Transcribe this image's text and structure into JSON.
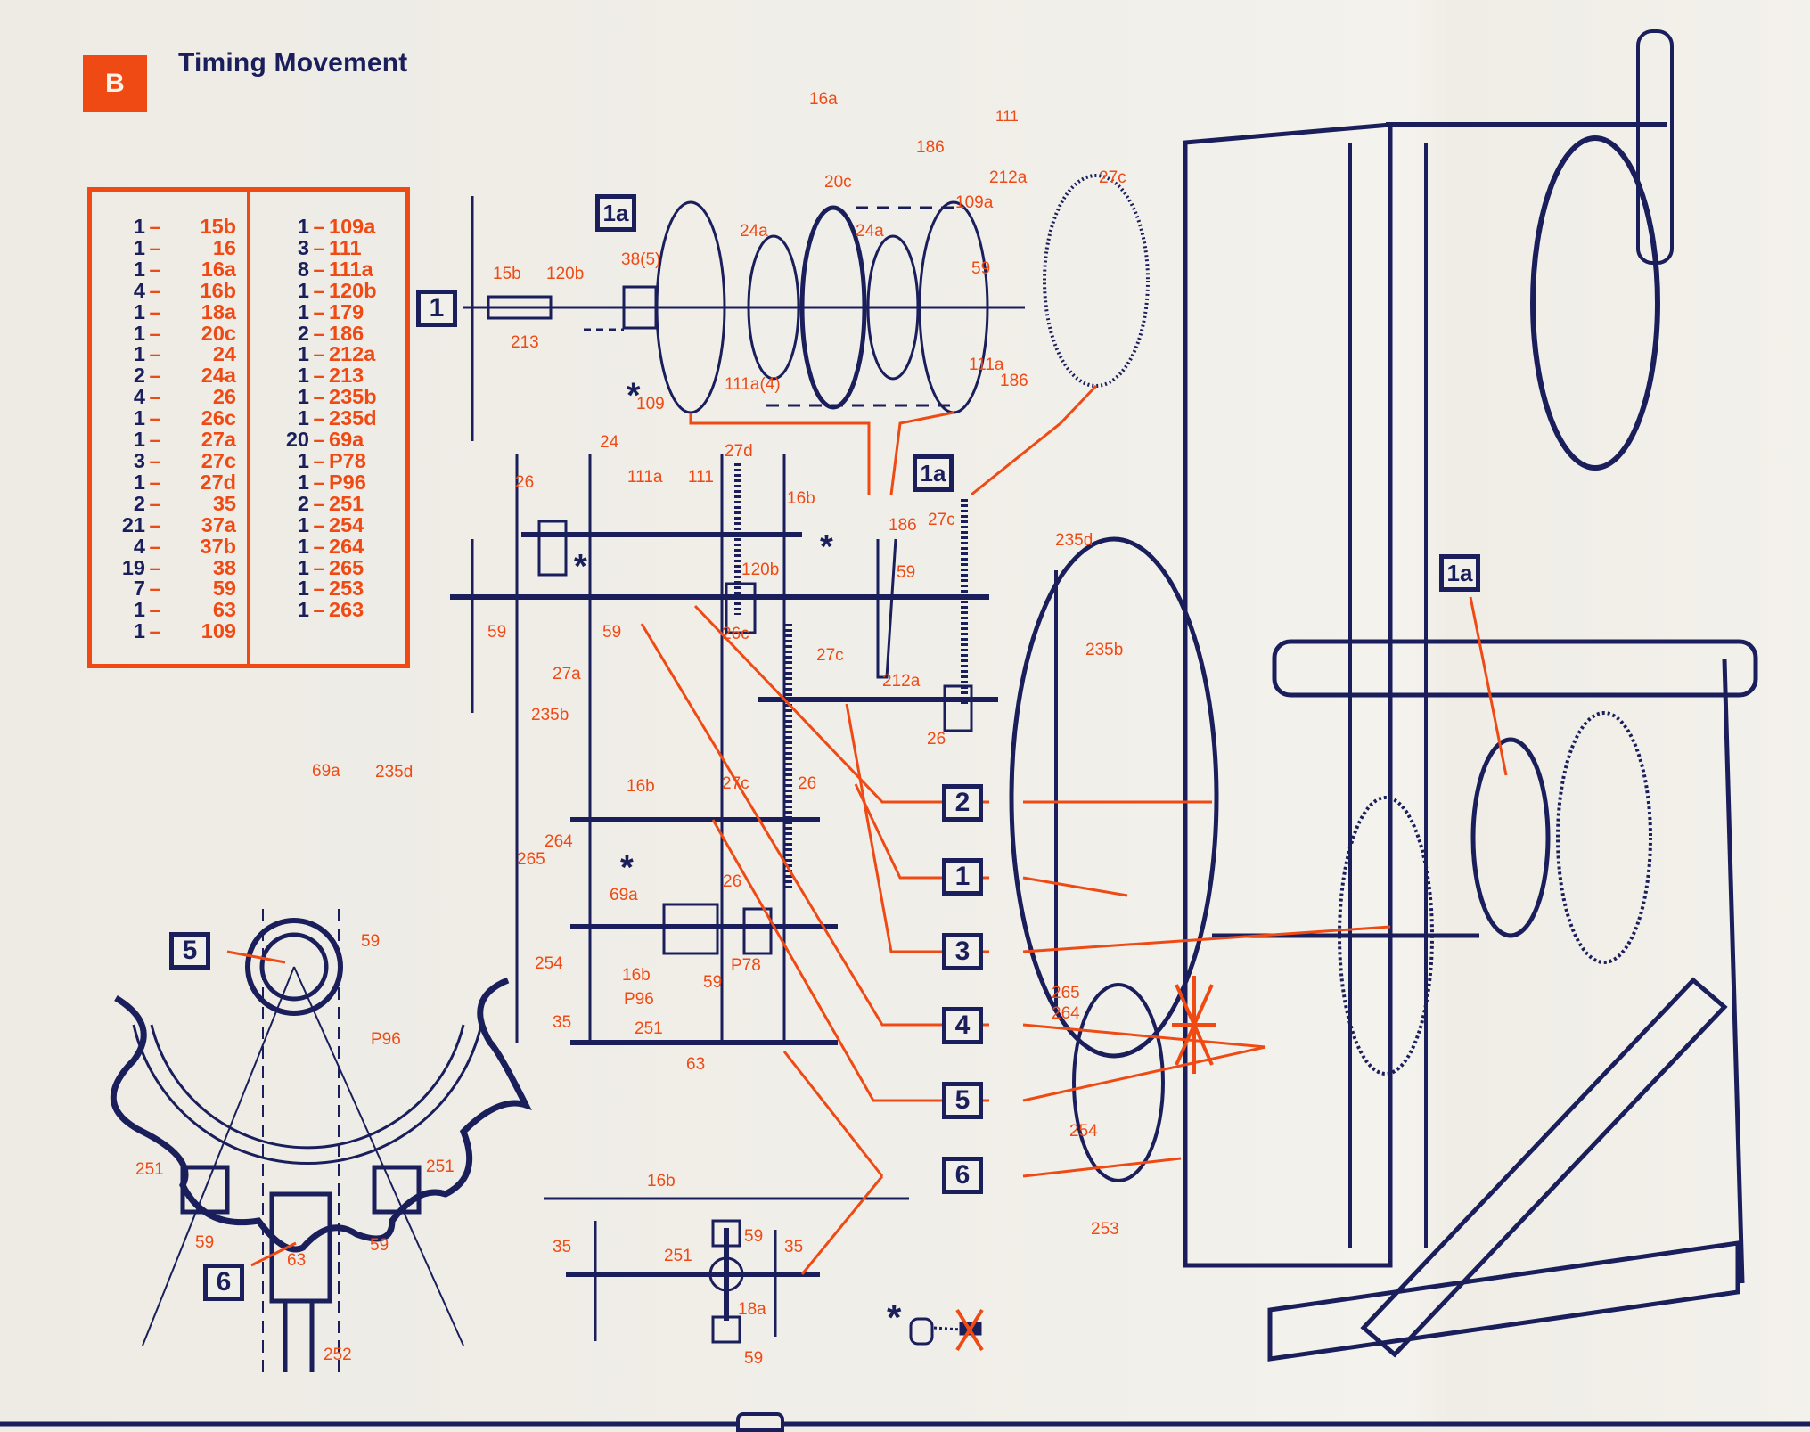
{
  "header": {
    "section_letter": "B",
    "title": "Timing Movement"
  },
  "parts_list": {
    "column_1": [
      {
        "qty": "1",
        "part": "15b"
      },
      {
        "qty": "1",
        "part": "16"
      },
      {
        "qty": "1",
        "part": "16a"
      },
      {
        "qty": "4",
        "part": "16b"
      },
      {
        "qty": "1",
        "part": "18a"
      },
      {
        "qty": "1",
        "part": "20c"
      },
      {
        "qty": "1",
        "part": "24"
      },
      {
        "qty": "2",
        "part": "24a"
      },
      {
        "qty": "4",
        "part": "26"
      },
      {
        "qty": "1",
        "part": "26c"
      },
      {
        "qty": "1",
        "part": "27a"
      },
      {
        "qty": "3",
        "part": "27c"
      },
      {
        "qty": "1",
        "part": "27d"
      },
      {
        "qty": "2",
        "part": "35"
      },
      {
        "qty": "21",
        "part": "37a"
      },
      {
        "qty": "4",
        "part": "37b"
      },
      {
        "qty": "19",
        "part": "38"
      },
      {
        "qty": "7",
        "part": "59"
      },
      {
        "qty": "1",
        "part": "63"
      },
      {
        "qty": "1",
        "part": "109"
      }
    ],
    "column_2": [
      {
        "qty": "1",
        "part": "109a"
      },
      {
        "qty": "3",
        "part": "111"
      },
      {
        "qty": "8",
        "part": "111a"
      },
      {
        "qty": "1",
        "part": "120b"
      },
      {
        "qty": "1",
        "part": "179"
      },
      {
        "qty": "2",
        "part": "186"
      },
      {
        "qty": "1",
        "part": "212a"
      },
      {
        "qty": "1",
        "part": "213"
      },
      {
        "qty": "1",
        "part": "235b"
      },
      {
        "qty": "1",
        "part": "235d"
      },
      {
        "qty": "20",
        "part": "69a"
      },
      {
        "qty": "1",
        "part": "P78"
      },
      {
        "qty": "1",
        "part": "P96"
      },
      {
        "qty": "2",
        "part": "251"
      },
      {
        "qty": "1",
        "part": "254"
      },
      {
        "qty": "1",
        "part": "264"
      },
      {
        "qty": "1",
        "part": "265"
      },
      {
        "qty": "1",
        "part": "253"
      },
      {
        "qty": "1",
        "part": "263"
      }
    ],
    "separator": "–"
  },
  "step_boxes": {
    "s1_top": "1",
    "s1a_top": "1a",
    "s1a_mid": "1a",
    "s1a_right": "1a",
    "s2": "2",
    "s1": "1",
    "s3": "3",
    "s4": "4",
    "s5": "5",
    "s6": "6",
    "s5_detail": "5",
    "s6_detail": "6"
  },
  "exploded_view_labels": {
    "l_16a": "16a",
    "l_111": "111",
    "l_186a": "186",
    "l_20c": "20c",
    "l_212a": "212a",
    "l_27c": "27c",
    "l_109a": "109a",
    "l_24a_1": "24a",
    "l_24a_2": "24a",
    "l_38_5": "38(5)",
    "l_15b": "15b",
    "l_120b": "120b",
    "l_59": "59",
    "l_213": "213",
    "l_111a": "111a",
    "l_186b": "186",
    "l_111a_4": "111a(4)",
    "l_109": "109",
    "asterisk": "*"
  },
  "assembly_labels": {
    "l_24": "24",
    "l_27d": "27d",
    "l_111a": "111a",
    "l_111": "111",
    "l_26_top": "26",
    "l_16b": "16b",
    "l_186": "186",
    "l_27c_top": "27c",
    "l_120b": "120b",
    "l_59_right": "59",
    "l_59_left": "59",
    "l_59_mid": "59",
    "l_26c": "26c",
    "l_27a": "27a",
    "l_212a": "212a",
    "l_27c_mid": "27c",
    "l_26_right": "26",
    "l_235b": "235b",
    "l_235d": "235d",
    "l_16b_lower": "16b",
    "l_27c_lower": "27c",
    "l_26_lower": "26",
    "l_264": "264",
    "l_265": "265",
    "l_69a": "69a",
    "l_26_gear": "26",
    "l_254": "254",
    "l_16b_bottom": "16b",
    "l_p96": "P96",
    "l_59_bottom": "59",
    "l_p78": "P78",
    "l_35": "35",
    "l_251": "251",
    "l_63": "63",
    "asterisk_1": "*",
    "asterisk_2": "*",
    "asterisk_3": "*"
  },
  "bottom_detail_labels": {
    "l_16b": "16b",
    "l_59_top": "59",
    "l_35_left": "35",
    "l_35_right": "35",
    "l_251": "251",
    "l_18a": "18a",
    "l_59_bottom": "59",
    "asterisk_note": "*"
  },
  "escapement_labels": {
    "l_69a": "69a",
    "l_235d": "235d",
    "l_59_top": "59",
    "l_p96": "P96",
    "l_251_left": "251",
    "l_251_right": "251",
    "l_59_left": "59",
    "l_59_right": "59",
    "l_63": "63",
    "l_252": "252"
  },
  "model_labels": {
    "l_235d": "235d",
    "l_235b": "235b",
    "l_265": "265",
    "l_264": "264",
    "l_254": "254",
    "l_253": "253"
  },
  "colors": {
    "accent_orange": "#f04a14",
    "ink_navy": "#1a1f5c",
    "paper": "#efede6"
  }
}
